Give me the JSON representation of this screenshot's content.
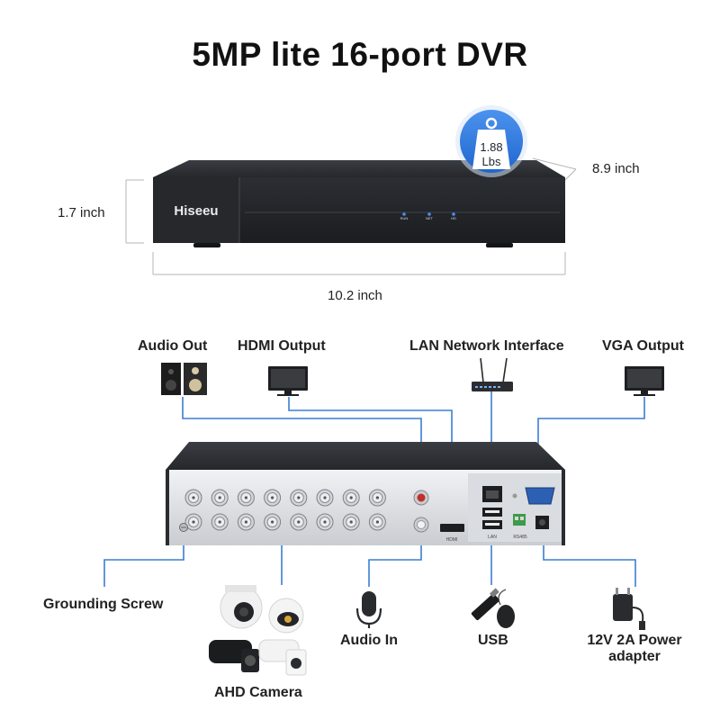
{
  "title": "5MP lite 16-port DVR",
  "dimensions": {
    "height": "1.7 inch",
    "width": "10.2 inch",
    "depth": "8.9 inch"
  },
  "weight_badge": {
    "value": "1.88",
    "unit": "Lbs"
  },
  "brand": "Hiseeu",
  "front_leds": [
    "RUN",
    "NET",
    "HD"
  ],
  "ports": {
    "audio_out": "Audio Out",
    "hdmi_output": "HDMI Output",
    "lan": "LAN Network Interface",
    "vga_output": "VGA Output",
    "grounding": "Grounding Screw",
    "ahd_camera": "AHD Camera",
    "audio_in": "Audio In",
    "usb": "USB",
    "power_line1": "12V 2A Power",
    "power_line2": "adapter"
  },
  "rear_labels": {
    "hdmi": "HDMI",
    "lan": "LAN",
    "rs485": "RS485"
  },
  "colors": {
    "connector_line": "#3b7fd0",
    "badge": "#2f7de1",
    "dvr_body": "#2b2d31"
  }
}
